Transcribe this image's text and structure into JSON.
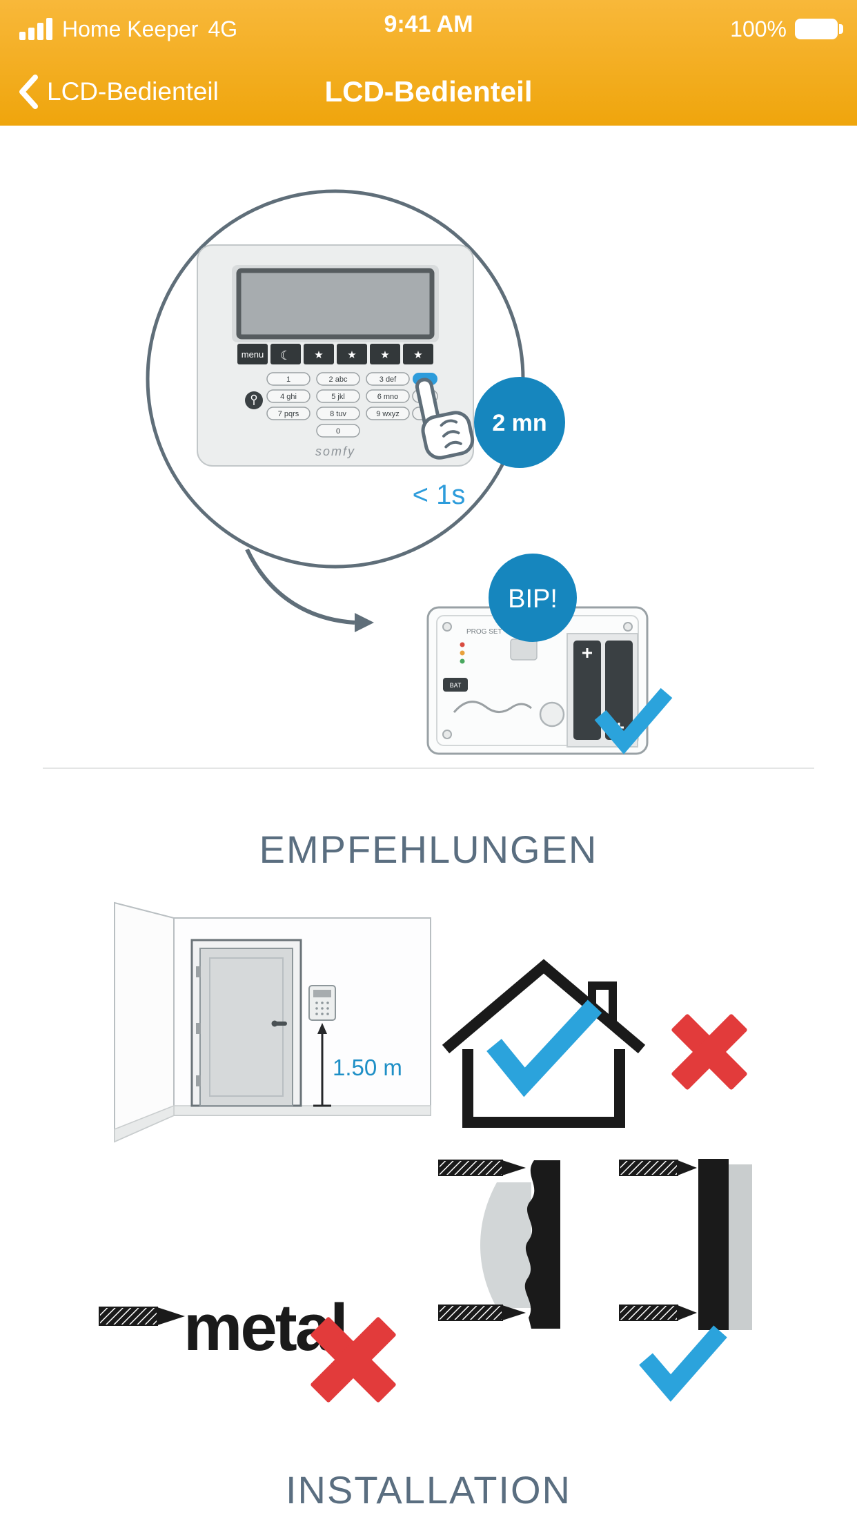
{
  "status_bar": {
    "carrier": "Home Keeper",
    "network": "4G",
    "time": "9:41 AM",
    "battery_percent": "100%"
  },
  "nav": {
    "back_label": "LCD-Bedienteil",
    "title": "LCD-Bedienteil"
  },
  "device_tutorial": {
    "duration_badge": "2 mn",
    "press_duration": "< 1s",
    "beep_badge": "BIP!",
    "keypad": {
      "menu_key": "menu",
      "brand": "somfy",
      "function_icons": [
        "☾",
        "★",
        "★",
        "★",
        "★"
      ],
      "keys": [
        "1",
        "2 abc",
        "3 def",
        "4 ghi",
        "5 jkl",
        "6 mno",
        "7 pqrs",
        "8 tuv",
        "9 wxyz",
        "0"
      ]
    },
    "back_panel": {
      "prog_label": "PROG SET",
      "bat_label": "BAT"
    }
  },
  "sections": {
    "recommendations": "EMPFEHLUNGEN",
    "installation": "INSTALLATION"
  },
  "recommendations": {
    "mount_height": "1.50 m",
    "metal_label": "metal"
  },
  "colors": {
    "header_yellow_top": "#F8B83A",
    "header_yellow_bottom": "#EFA50C",
    "badge_blue": "#1686BE",
    "check_blue": "#2BA3DC",
    "hint_blue": "#2D9CDB",
    "cross_red": "#E23B3B",
    "heading_gray_blue": "#5A6E80"
  }
}
